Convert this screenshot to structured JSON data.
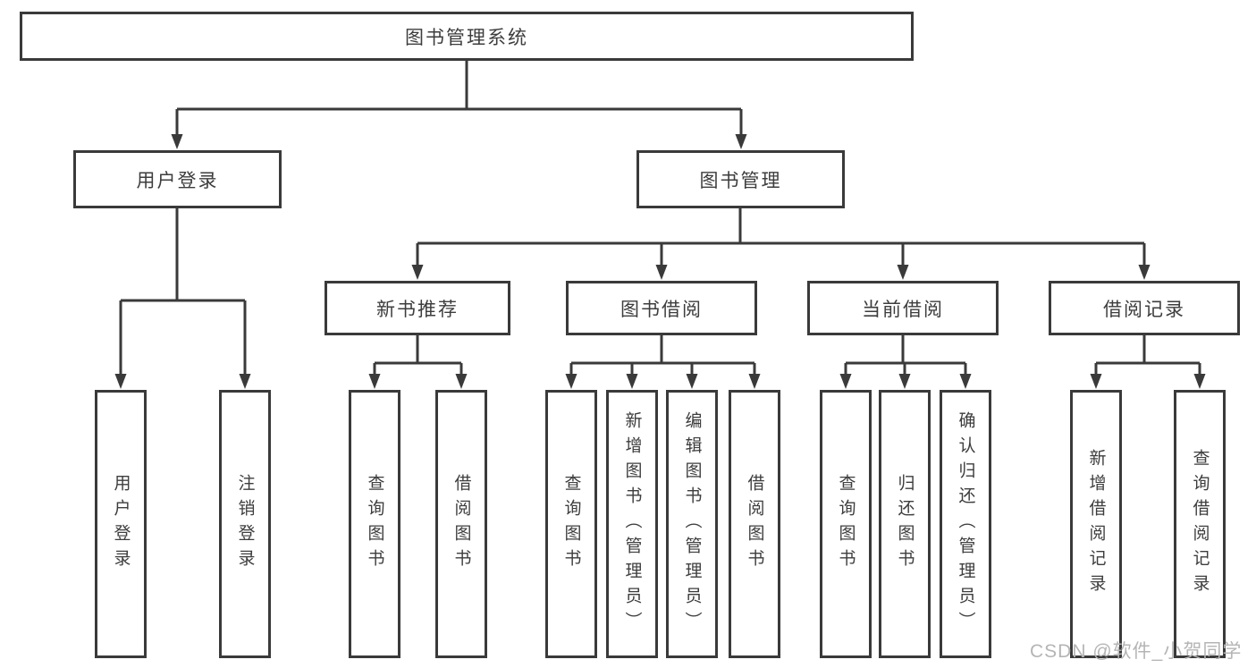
{
  "colors": {
    "line": "#3a3a3a",
    "box_border": "#3a3a3a",
    "text": "#3d3d3d",
    "watermark": "#b5b5b5",
    "background": "#ffffff"
  },
  "nodes": {
    "system": {
      "label": "图书管理系统"
    },
    "user_login": {
      "label": "用户登录"
    },
    "book_mgmt": {
      "label": "图书管理"
    },
    "new_books": {
      "label": "新书推荐"
    },
    "book_borrow": {
      "label": "图书借阅"
    },
    "current_borrow": {
      "label": "当前借阅"
    },
    "borrow_records": {
      "label": "借阅记录"
    },
    "leaf_user_login": {
      "label": "用户登录"
    },
    "leaf_logout": {
      "label": "注销登录"
    },
    "leaf_nb_query": {
      "label": "查询图书"
    },
    "leaf_nb_borrow": {
      "label": "借阅图书"
    },
    "leaf_bb_query": {
      "label": "查询图书"
    },
    "leaf_bb_add": {
      "label": "新增图书（管理员）"
    },
    "leaf_bb_edit": {
      "label": "编辑图书（管理员）"
    },
    "leaf_bb_borrow": {
      "label": "借阅图书"
    },
    "leaf_cb_query": {
      "label": "查询图书"
    },
    "leaf_cb_return": {
      "label": "归还图书"
    },
    "leaf_cb_confirm": {
      "label": "确认归还（管理员）"
    },
    "leaf_br_add": {
      "label": "新增借阅记录"
    },
    "leaf_br_query": {
      "label": "查询借阅记录"
    }
  },
  "watermark": {
    "text": "CSDN @软件_小贺同学"
  }
}
